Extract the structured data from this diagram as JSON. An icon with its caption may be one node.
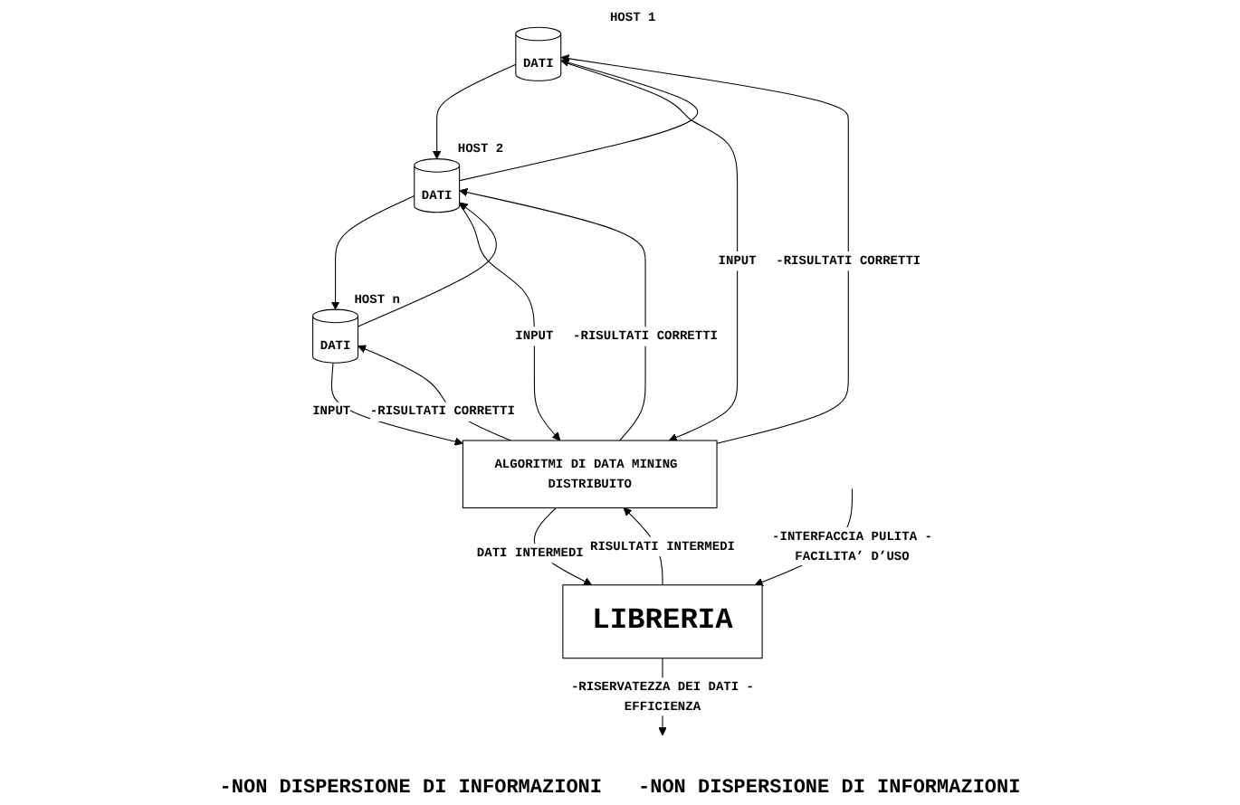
{
  "diagram": {
    "nodes": [
      {
        "text": [
          "DATI"
        ],
        "beside": [
          "HOST 1"
        ]
      },
      {
        "text": [
          "DATI"
        ],
        "beside": [
          "HOST 2"
        ]
      },
      {
        "text": [
          "DATI"
        ],
        "beside": [
          "HOST n"
        ]
      },
      {
        "text": [
          "ALGORITMI DI DATA MINING DISTRIBUITO"
        ]
      },
      {
        "text": [
          "LIBRERIA"
        ]
      }
    ],
    "edges": [
      {
        "from": 0,
        "to": 1,
        "arrow": "to"
      },
      {
        "from": 1,
        "to": 0,
        "arrow": "to"
      },
      {
        "from": 1,
        "to": 2,
        "arrow": "to"
      },
      {
        "from": 2,
        "to": 1,
        "arrow": "to"
      },
      {
        "from": 0,
        "to": 3,
        "arrow": "to",
        "label": "INPUT"
      },
      {
        "from": 3,
        "to": 0,
        "arrow": "to",
        "label": "-RISULTATI CORRETTI"
      },
      {
        "from": 1,
        "to": 3,
        "arrow": "to",
        "label": "INPUT"
      },
      {
        "from": 3,
        "to": 1,
        "arrow": "to",
        "label": "-RISULTATI CORRETTI"
      },
      {
        "from": 2,
        "to": 3,
        "arrow": "to",
        "label": "INPUT"
      },
      {
        "from": 3,
        "to": 2,
        "arrow": "to",
        "label": "-RISULTATI CORRETTI"
      },
      {
        "from": 3,
        "to": 4,
        "arrow": "to",
        "label": "DATI INTERMEDI"
      },
      {
        "from": 4,
        "to": 3,
        "arrow": "to",
        "label": "RISULTATI INTERMEDI"
      },
      {
        "from": null,
        "to": 4,
        "arrow": "to",
        "label": "-INTERFACCIA PULITA -FACILITA’ D’USO"
      },
      {
        "from": 4,
        "to": null,
        "arrow": "to",
        "label": "-RISERVATEZZA DEI DATI -EFFICIENZA"
      }
    ],
    "labels": [
      "-NON DISPERSIONE DI INFORMAZIONI",
      "-NON DISPERSIONE DI INFORMAZIONI"
    ]
  }
}
